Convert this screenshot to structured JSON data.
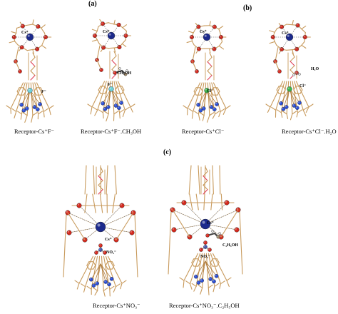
{
  "panels": [
    {
      "id": "a",
      "label": "(a)"
    },
    {
      "id": "b",
      "label": "(b)"
    },
    {
      "id": "c",
      "label": "(c)"
    }
  ],
  "structures": [
    {
      "id": "s1",
      "caption": "Receptor-Cs⁺F⁻",
      "labels": [
        "Cs⁺",
        "F⁻"
      ]
    },
    {
      "id": "s2",
      "caption": "Receptor-Cs⁺F⁻.CH₃OH",
      "labels": [
        "Cs⁺",
        "CH₃OH",
        "F⁻"
      ]
    },
    {
      "id": "s3",
      "caption": "Receptor-Cs⁺Cl⁻",
      "labels": [
        "Cs⁺",
        "Cl⁻"
      ]
    },
    {
      "id": "s4",
      "caption": "Receptor-Cs⁺Cl⁻.H₂O",
      "labels": [
        "Cs⁺",
        "H₂O",
        "Cl⁻"
      ]
    },
    {
      "id": "s5",
      "caption": "Receptor-Cs⁺NO₃⁻",
      "labels": [
        "Cs⁺",
        "NO₃⁻"
      ]
    },
    {
      "id": "s6",
      "caption": "Receptor-Cs⁺NO₃⁻.C₂H₅OH",
      "labels": [
        "Cs⁺",
        "C₂H₅OH",
        "NO₃⁻"
      ]
    }
  ],
  "colors": {
    "bond": "#c89a5c",
    "bond_dark": "#b07d3e",
    "oxygen": "#d42a1f",
    "cesium": "#1c2a8c",
    "nitrogen": "#2c4fd6",
    "fluoride": "#6fd0d8",
    "chloride": "#3bb54a",
    "hydrogen": "#e6e6e6",
    "linker": "#e0405a"
  }
}
